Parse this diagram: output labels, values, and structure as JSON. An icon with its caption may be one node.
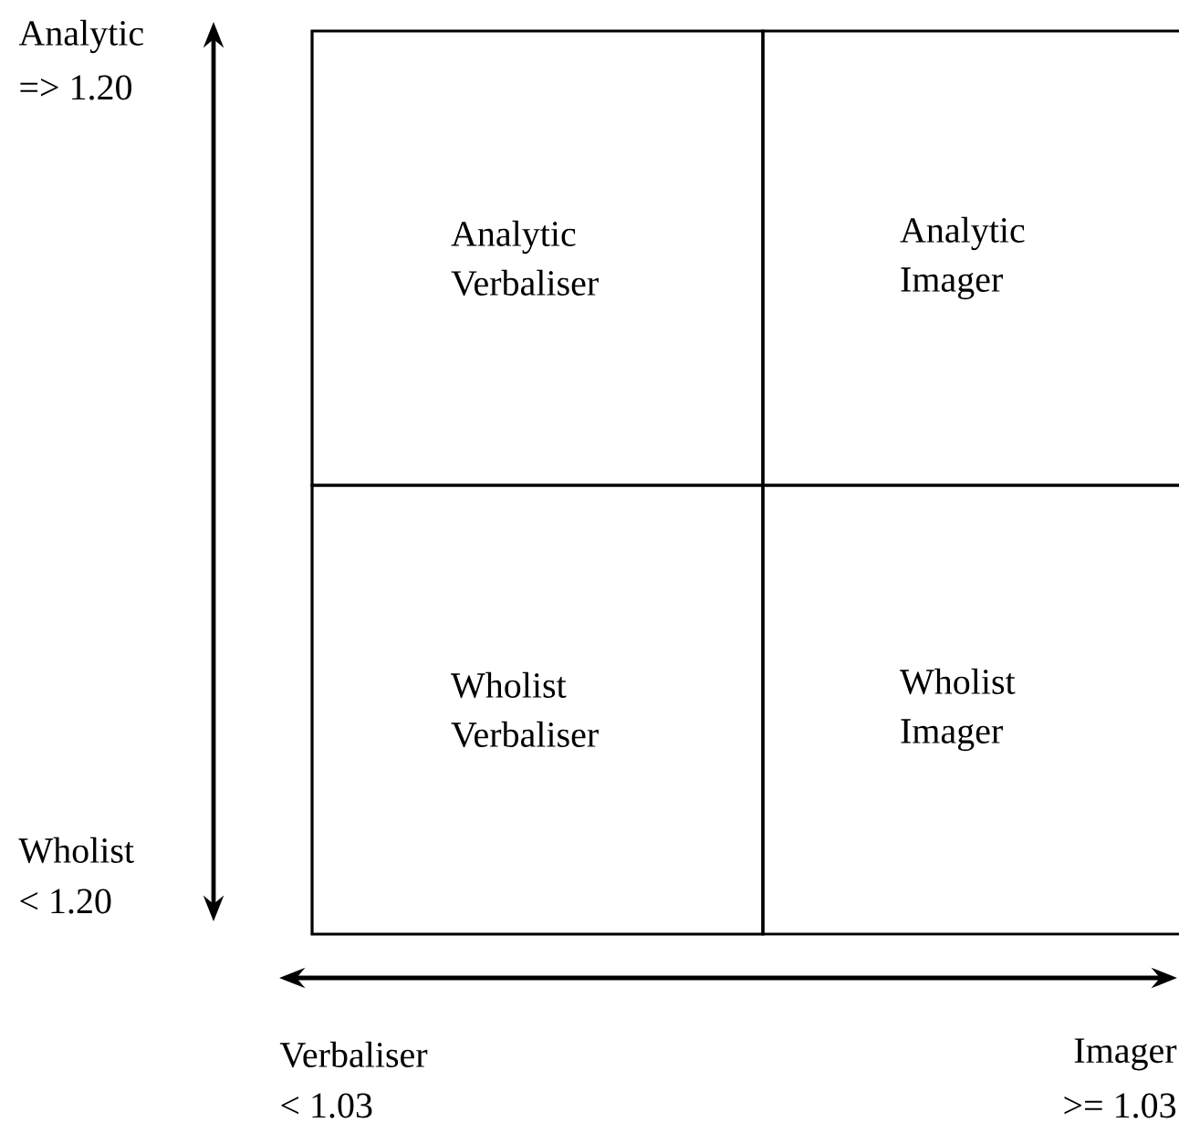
{
  "diagram": {
    "nodes": [
      {
        "text": [
          "Analytic Verbaliser"
        ]
      },
      {
        "text": [
          "Analytic Imager"
        ]
      },
      {
        "text": [
          "Wholist Verbaliser"
        ]
      },
      {
        "text": [
          "Wholist Imager"
        ]
      }
    ],
    "edges": [],
    "labels": [
      "Analytic",
      "=> 1.20",
      "Wholist",
      "< 1.20",
      "Verbaliser",
      "< 1.03",
      "Imager",
      ">= 1.03"
    ]
  }
}
